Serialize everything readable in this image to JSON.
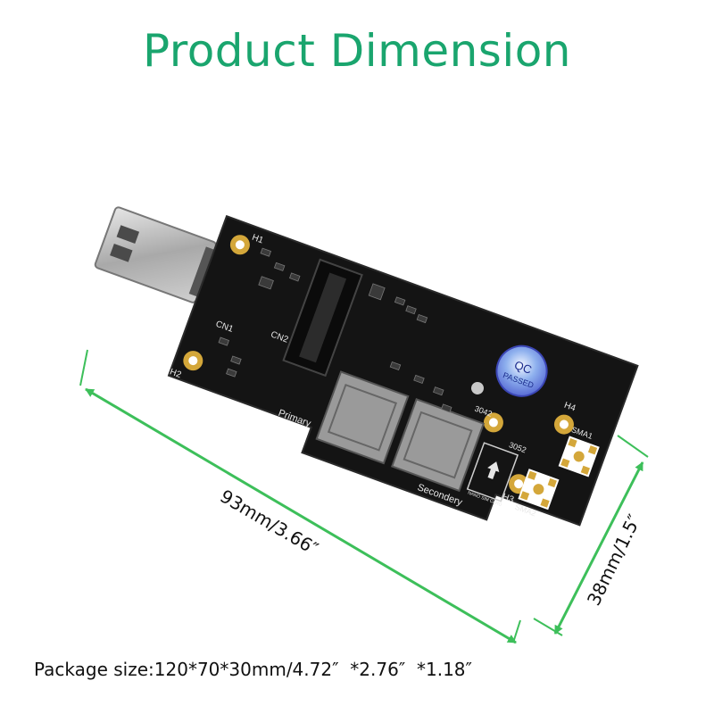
{
  "title": "Product Dimension",
  "dimensions": {
    "length": "93mm/3.66″",
    "width": "38mm/1.5″",
    "package": "Package size:120*70*30mm/4.72″  *2.76″  *1.18″"
  },
  "board_labels": {
    "h1": "H1",
    "h2": "H2",
    "h3": "H3",
    "h4": "H4",
    "cn1": "CN1",
    "cn2": "CN2",
    "primary": "Primary",
    "secondary": "Secondery",
    "sma1": "SMA1",
    "sma2": "SMA2",
    "hole_3042": "3042",
    "hole_3052": "3052",
    "qc": "QC",
    "passed": "PASSED",
    "nano_sim": "NANO SIM CARD"
  },
  "colors": {
    "title": "#1aa56e",
    "dimension_arrow": "#3dbf5a",
    "pcb": "#141414",
    "usb_metal": "#b8b8b8",
    "gold": "#d4a73a"
  }
}
